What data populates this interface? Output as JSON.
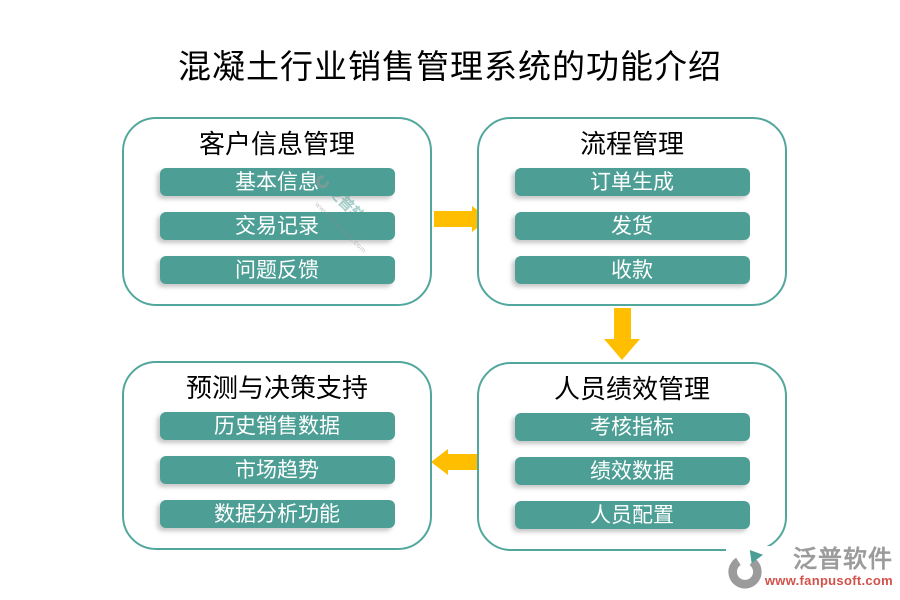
{
  "title": "混凝土行业销售管理系统的功能介绍",
  "colors": {
    "box_border_teal": "#52A79D",
    "pill_teal": "#4D9F96",
    "arrow_yellow": "#FFBF00",
    "title_black": "#000000",
    "logo_gray": "#9B9B9B",
    "logo_url_red": "#D2514A"
  },
  "boxes": [
    {
      "title": "客户信息管理",
      "items": [
        "基本信息",
        "交易记录",
        "问题反馈"
      ]
    },
    {
      "title": "流程管理",
      "items": [
        "订单生成",
        "发货",
        "收款"
      ]
    },
    {
      "title": "预测与决策支持",
      "items": [
        "历史销售数据",
        "市场趋势",
        "数据分析功能"
      ]
    },
    {
      "title": "人员绩效管理",
      "items": [
        "考核指标",
        "绩效数据",
        "人员配置"
      ]
    }
  ],
  "arrows": [
    {
      "icon": "arrow-right-icon",
      "from": "客户信息管理",
      "to": "流程管理"
    },
    {
      "icon": "arrow-down-icon",
      "from": "流程管理",
      "to": "人员绩效管理"
    },
    {
      "icon": "arrow-left-icon",
      "from": "人员绩效管理",
      "to": "预测与决策支持"
    }
  ],
  "watermark": {
    "brand": "泛普软件",
    "url": "www.fanpusoft.com"
  },
  "logo": {
    "brand": "泛普软件",
    "url": "www.fanpusoft.com"
  }
}
